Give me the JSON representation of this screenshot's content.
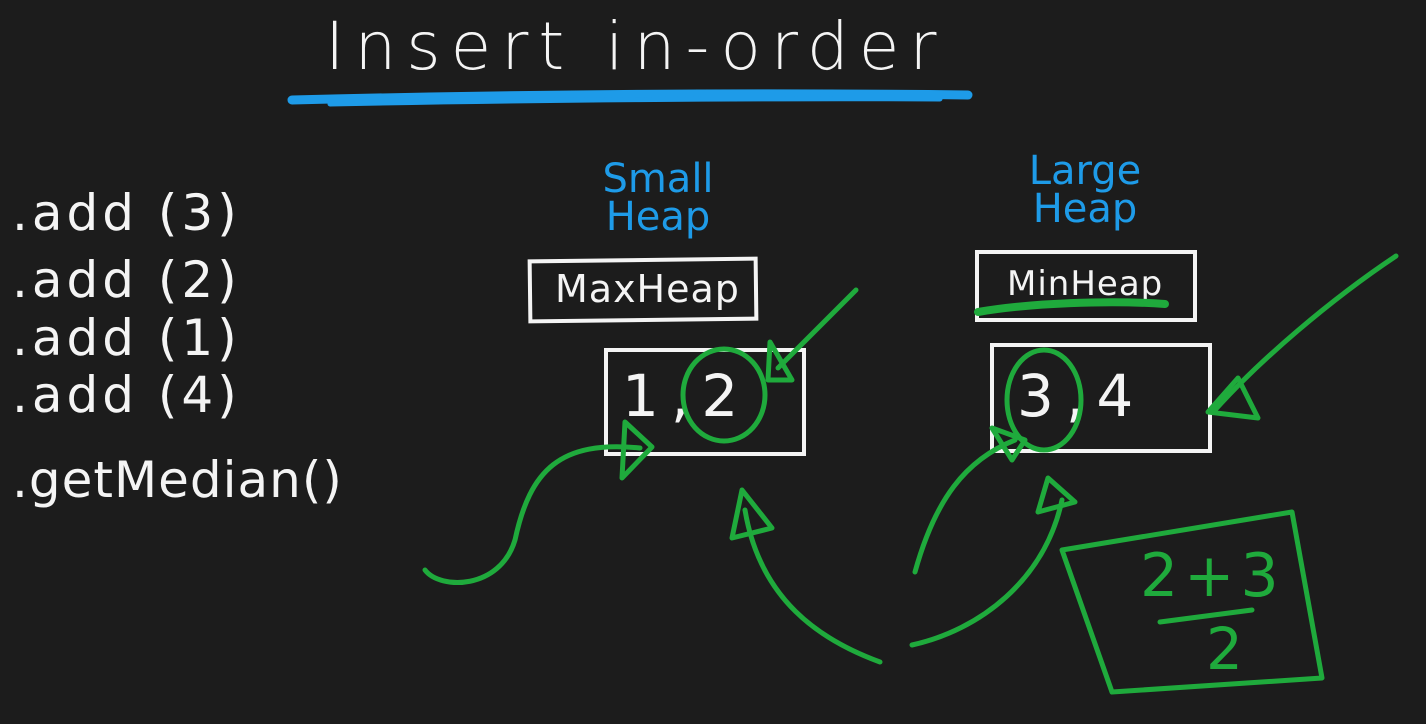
{
  "title": "Insert in-order",
  "operations": [
    ".add (3)",
    ".add (2)",
    ".add (1)",
    ".add (4)",
    ".getMedian()"
  ],
  "small_heap": {
    "name_line1": "Small",
    "name_line2": "Heap",
    "type": "MaxHeap",
    "values": "1,2"
  },
  "large_heap": {
    "name_line1": "Large",
    "name_line2": "Heap",
    "type": "MinHeap",
    "values": "3,4"
  },
  "median_formula": {
    "numerator": "2+3",
    "denominator": "2"
  },
  "colors": {
    "background": "#1c1c1c",
    "ink": "#f4f4f4",
    "accent_blue": "#1e9be8",
    "accent_green": "#1faa3c"
  }
}
